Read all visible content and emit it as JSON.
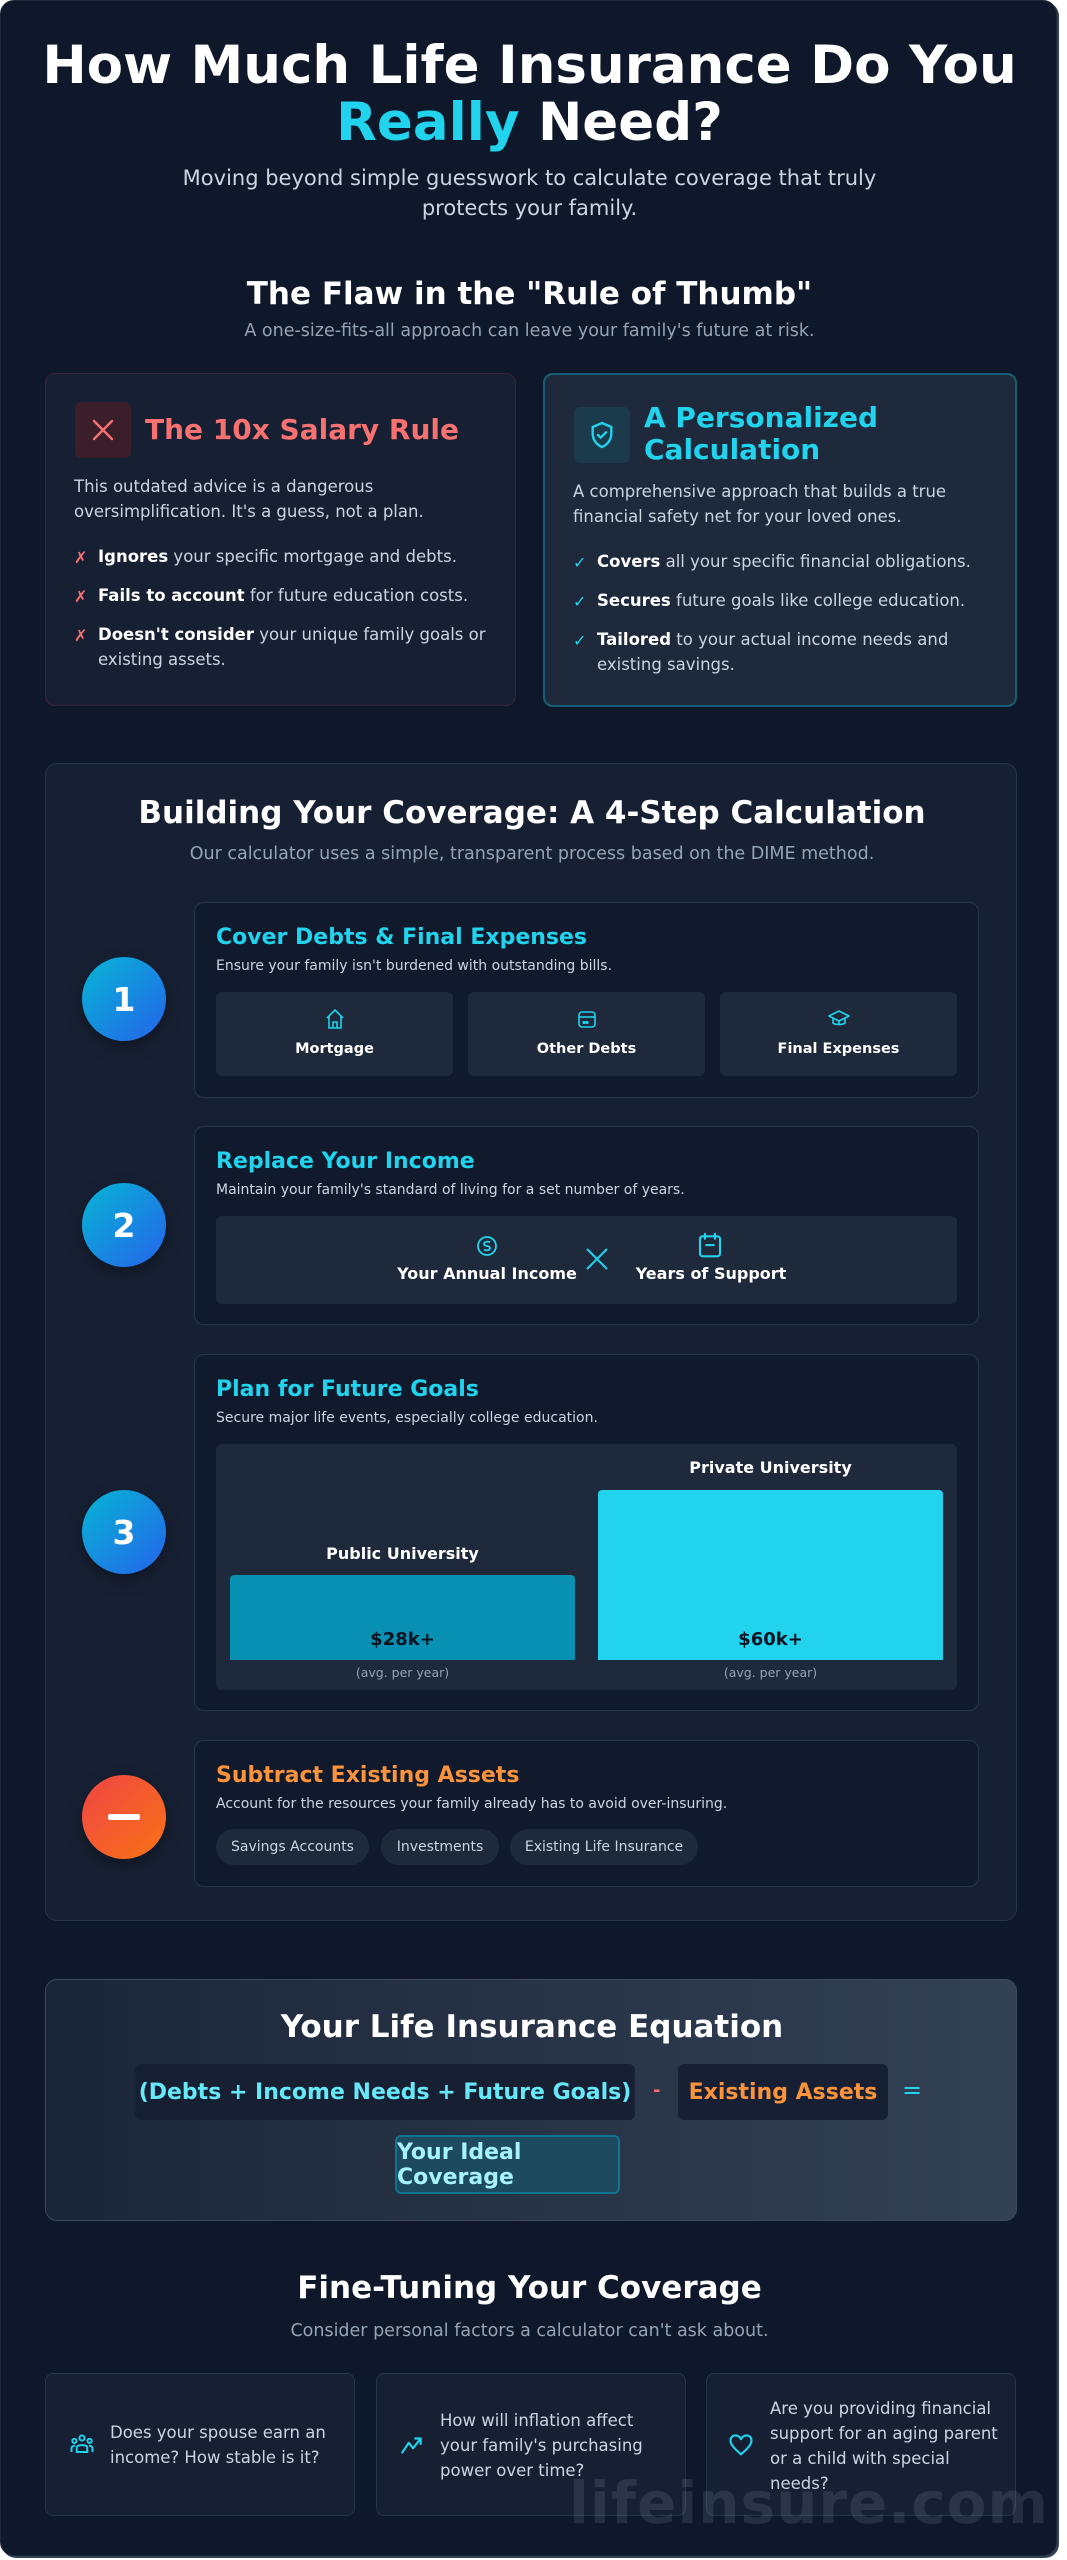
{
  "hero": {
    "title_line1": "How Much Life Insurance Do You",
    "title_accent": "Really",
    "title_rest": " Need?",
    "subtitle": "Moving beyond simple guesswork to calculate coverage that truly protects your family."
  },
  "flaw_section": {
    "title": "The Flaw in the \"Rule of Thumb\"",
    "subtitle": "A one-size-fits-all approach can leave your family's future at risk.",
    "bad_card": {
      "icon": "x-icon",
      "title": "The 10x Salary Rule",
      "description": "This outdated advice is a dangerous oversimplification. It's a guess, not a plan.",
      "mark": "✗",
      "bullets": [
        {
          "bold": "Ignores",
          "text": " your specific mortgage and debts."
        },
        {
          "bold": "Fails to account",
          "text": " for future education costs."
        },
        {
          "bold": "Doesn't consider",
          "text": " your unique family goals or existing assets."
        }
      ]
    },
    "good_card": {
      "icon": "shield-check-icon",
      "title": "A Personalized Calculation",
      "description": "A comprehensive approach that builds a true financial safety net for your loved ones.",
      "mark": "✓",
      "bullets": [
        {
          "bold": "Covers",
          "text": " all your specific financial obligations."
        },
        {
          "bold": "Secures",
          "text": " future goals like college education."
        },
        {
          "bold": "Tailored",
          "text": " to your actual income needs and existing savings."
        }
      ]
    }
  },
  "steps_section": {
    "title": "Building Your Coverage: A 4-Step Calculation",
    "subtitle": "Our calculator uses a simple, transparent process based on the DIME method.",
    "steps": [
      {
        "number": "1",
        "title": "Cover Debts & Final Expenses",
        "description": "Ensure your family isn't burdened with outstanding bills.",
        "tiles": [
          {
            "icon": "house-icon",
            "label": "Mortgage"
          },
          {
            "icon": "credit-card-icon",
            "label": "Other Debts"
          },
          {
            "icon": "graduation-cap-icon",
            "label": "Final Expenses"
          }
        ]
      },
      {
        "number": "2",
        "title": "Replace Your Income",
        "description": "Maintain your family's standard of living for a set number of years.",
        "formula": {
          "left": {
            "icon": "dollar-coin-icon",
            "label": "Your Annual Income"
          },
          "operator": "×",
          "right": {
            "icon": "calendar-icon",
            "label": "Years of Support"
          }
        }
      },
      {
        "number": "3",
        "title": "Plan for Future Goals",
        "description": "Secure major life events, especially college education."
      },
      {
        "number": "−",
        "title": "Subtract Existing Assets",
        "description": "Account for the resources your family already has to avoid over-insuring.",
        "chips": [
          "Savings Accounts",
          "Investments",
          "Existing Life Insurance"
        ]
      }
    ]
  },
  "chart_data": {
    "type": "bar",
    "title": "Plan for Future Goals",
    "categories": [
      "Public University",
      "Private University"
    ],
    "values": [
      28,
      60
    ],
    "value_labels": [
      "$28k+",
      "$60k+"
    ],
    "unit": "thousand USD (avg. per year)",
    "note": "(avg. per year)",
    "colors": [
      "#0891b2",
      "#22d3ee"
    ],
    "xlabel": "",
    "ylabel": "",
    "grid": false,
    "legend": "none"
  },
  "equation": {
    "title": "Your Life Insurance Equation",
    "left_term": "(Debts + Income Needs + Future Goals)",
    "minus": "-",
    "right_term": "Existing Assets",
    "equals": "=",
    "result": "Your Ideal Coverage"
  },
  "fine_tuning": {
    "title": "Fine-Tuning Your Coverage",
    "subtitle": "Consider personal factors a calculator can't ask about.",
    "cards": [
      {
        "icon": "family-icon",
        "text": "Does your spouse earn an income? How stable is it?"
      },
      {
        "icon": "trending-up-icon",
        "text": "How will inflation affect your family's purchasing power over time?"
      },
      {
        "icon": "heart-icon",
        "text": "Are you providing financial support for an aging parent or a child with special needs?"
      }
    ]
  },
  "watermark": "lifeinsure.com",
  "colors": {
    "background": "#0f172a",
    "accent_cyan": "#22d3ee",
    "bad_red": "#f87171",
    "orange": "#fb923c",
    "step_gradient": [
      "#06b6d4",
      "#2563eb"
    ],
    "subtract_gradient": [
      "#ef4444",
      "#f97316"
    ]
  }
}
